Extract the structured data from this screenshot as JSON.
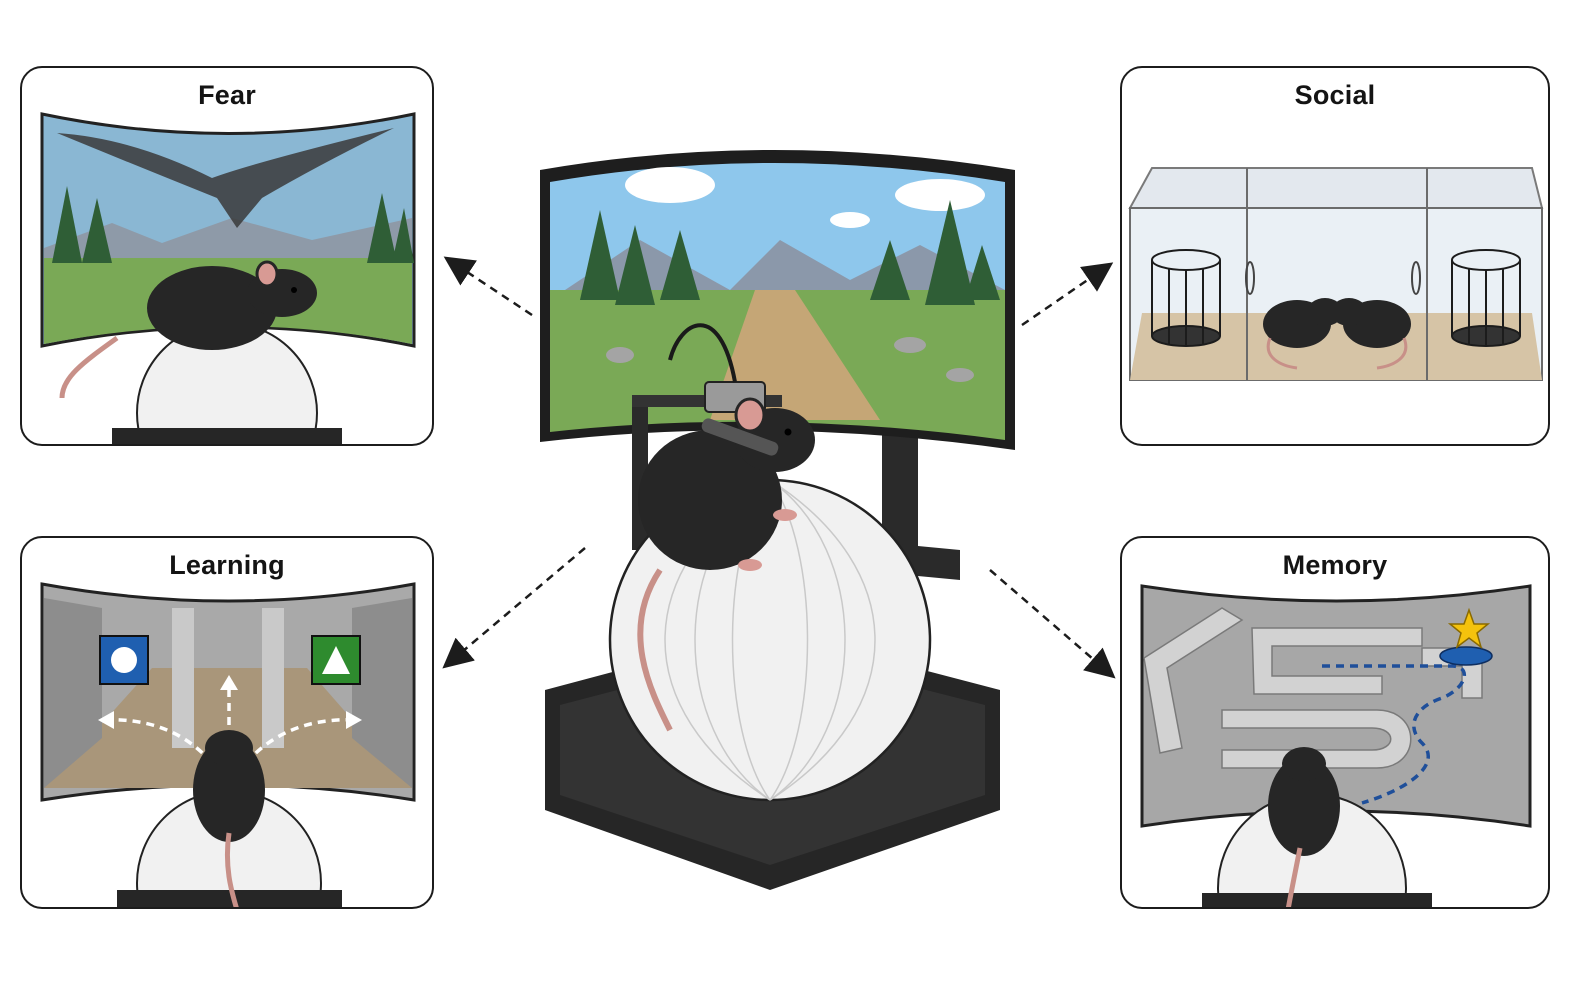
{
  "panels": {
    "fear": {
      "title": "Fear"
    },
    "social": {
      "title": "Social"
    },
    "learning": {
      "title": "Learning"
    },
    "memory": {
      "title": "Memory"
    }
  },
  "colors": {
    "outline": "#1c1c1c",
    "sky": "#8ec7ec",
    "grass": "#7aa956",
    "mouse": "#262626",
    "ball": "#f1f1f1",
    "path_marker": "#1f4f9a",
    "goal_star": "#f4c20d",
    "cue_blue": "#1f5fb0",
    "cue_green": "#2e8b2e"
  },
  "icons": {
    "fear": "eagle-shadow-icon",
    "learning_left_cue": "circle-cue-icon",
    "learning_right_cue": "triangle-cue-icon",
    "memory_goal": "star-icon"
  }
}
